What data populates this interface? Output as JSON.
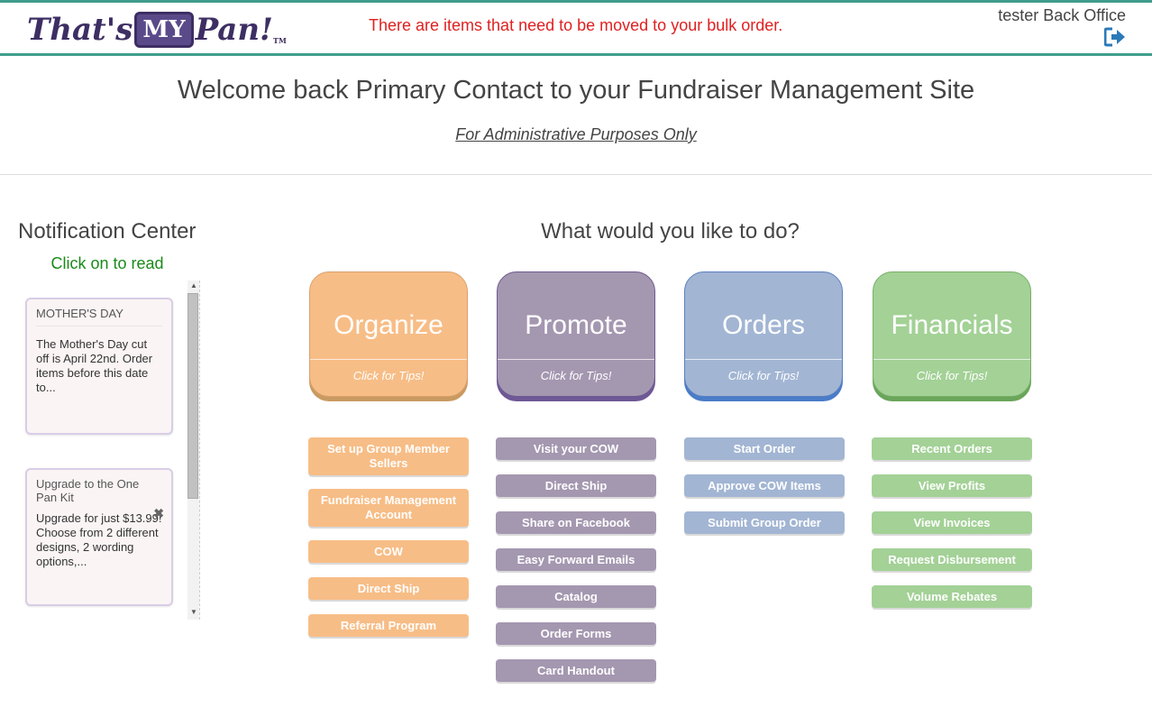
{
  "header": {
    "logo_text_1": "That's",
    "logo_text_my": "MY",
    "logo_text_2": "Pan!",
    "logo_tm": "TM",
    "alert": "There are items that need to be moved to your bulk order.",
    "user": "tester Back Office",
    "logout_icon": "logout-icon"
  },
  "welcome": {
    "title": "Welcome back Primary Contact to your Fundraiser Management Site",
    "admin_note": "For Administrative Purposes Only"
  },
  "notification_center": {
    "title": "Notification Center",
    "subtitle": "Click on to read",
    "notes": [
      {
        "title": "MOTHER'S DAY",
        "body": "The Mother's Day cut off is April 22nd. Order items before this date to..."
      },
      {
        "title": "Upgrade to the One Pan Kit",
        "body": "Upgrade for just $13.99! Choose from 2 different designs, 2 wording options,...",
        "close": "✖"
      }
    ]
  },
  "actions": {
    "question": "What would you like to do?",
    "tip_label": "Click for Tips!",
    "tiles": {
      "organize": "Organize",
      "promote": "Promote",
      "orders": "Orders",
      "financials": "Financials"
    },
    "organize_buttons": [
      "Set up Group Member Sellers",
      "Fundraiser Management Account",
      "COW",
      "Direct Ship",
      "Referral Program"
    ],
    "promote_buttons": [
      "Visit your COW",
      "Direct Ship",
      "Share on Facebook",
      "Easy Forward Emails",
      "Catalog",
      "Order Forms",
      "Card Handout"
    ],
    "orders_buttons": [
      "Start Order",
      "Approve COW Items",
      "Submit Group Order"
    ],
    "financials_buttons": [
      "Recent Orders",
      "View Profits",
      "View Invoices",
      "Request Disbursement",
      "Volume Rebates"
    ]
  },
  "colors": {
    "teal": "#3f9d8c",
    "alert": "#e02020",
    "green_text": "#1a8a1a",
    "organize": "#f7bd86",
    "promote": "#a497b0",
    "orders": "#a2b5d3",
    "financials": "#a3d196"
  }
}
